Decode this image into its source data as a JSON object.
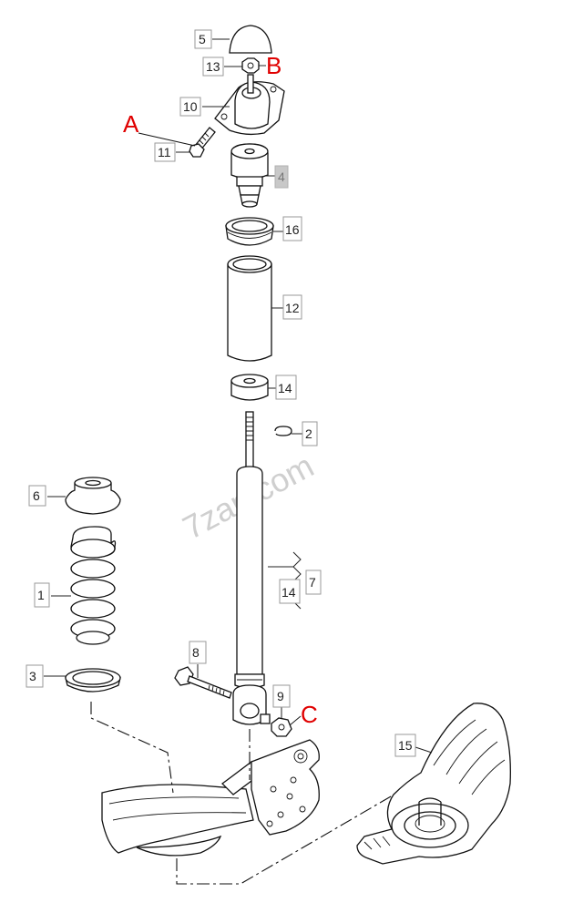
{
  "watermark": "7zap.com",
  "letters": {
    "a": "A",
    "b": "B",
    "c": "C"
  },
  "callouts": {
    "c5": "5",
    "c13": "13",
    "c10": "10",
    "c11": "11",
    "c4": "4",
    "c16": "16",
    "c12": "12",
    "c14a": "14",
    "c2": "2",
    "c6": "6",
    "c7": "7",
    "c14b": "14",
    "c1": "1",
    "c8": "8",
    "c3": "3",
    "c9": "9",
    "c15": "15"
  },
  "colors": {
    "letter": "#e00000",
    "outline": "#111111",
    "box": "#9a9a9a"
  }
}
